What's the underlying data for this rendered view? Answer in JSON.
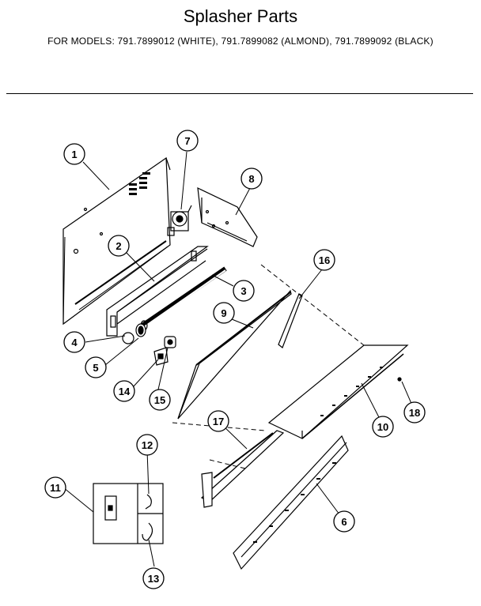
{
  "header": {
    "title": "Splasher Parts",
    "models": "FOR MODELS:  791.7899012 (WHITE), 791.7899082 (ALMOND), 791.7899092 (BLACK)"
  },
  "callouts": [
    {
      "id": "c1",
      "label": "1"
    },
    {
      "id": "c2",
      "label": "2"
    },
    {
      "id": "c3",
      "label": "3"
    },
    {
      "id": "c4",
      "label": "4"
    },
    {
      "id": "c5",
      "label": "5"
    },
    {
      "id": "c6",
      "label": "6"
    },
    {
      "id": "c7",
      "label": "7"
    },
    {
      "id": "c8",
      "label": "8"
    },
    {
      "id": "c9",
      "label": "9"
    },
    {
      "id": "c10",
      "label": "10"
    },
    {
      "id": "c11",
      "label": "11"
    },
    {
      "id": "c12",
      "label": "12"
    },
    {
      "id": "c13",
      "label": "13"
    },
    {
      "id": "c14",
      "label": "14"
    },
    {
      "id": "c15",
      "label": "15"
    },
    {
      "id": "c16",
      "label": "16"
    },
    {
      "id": "c17",
      "label": "17"
    },
    {
      "id": "c18",
      "label": "18"
    }
  ]
}
